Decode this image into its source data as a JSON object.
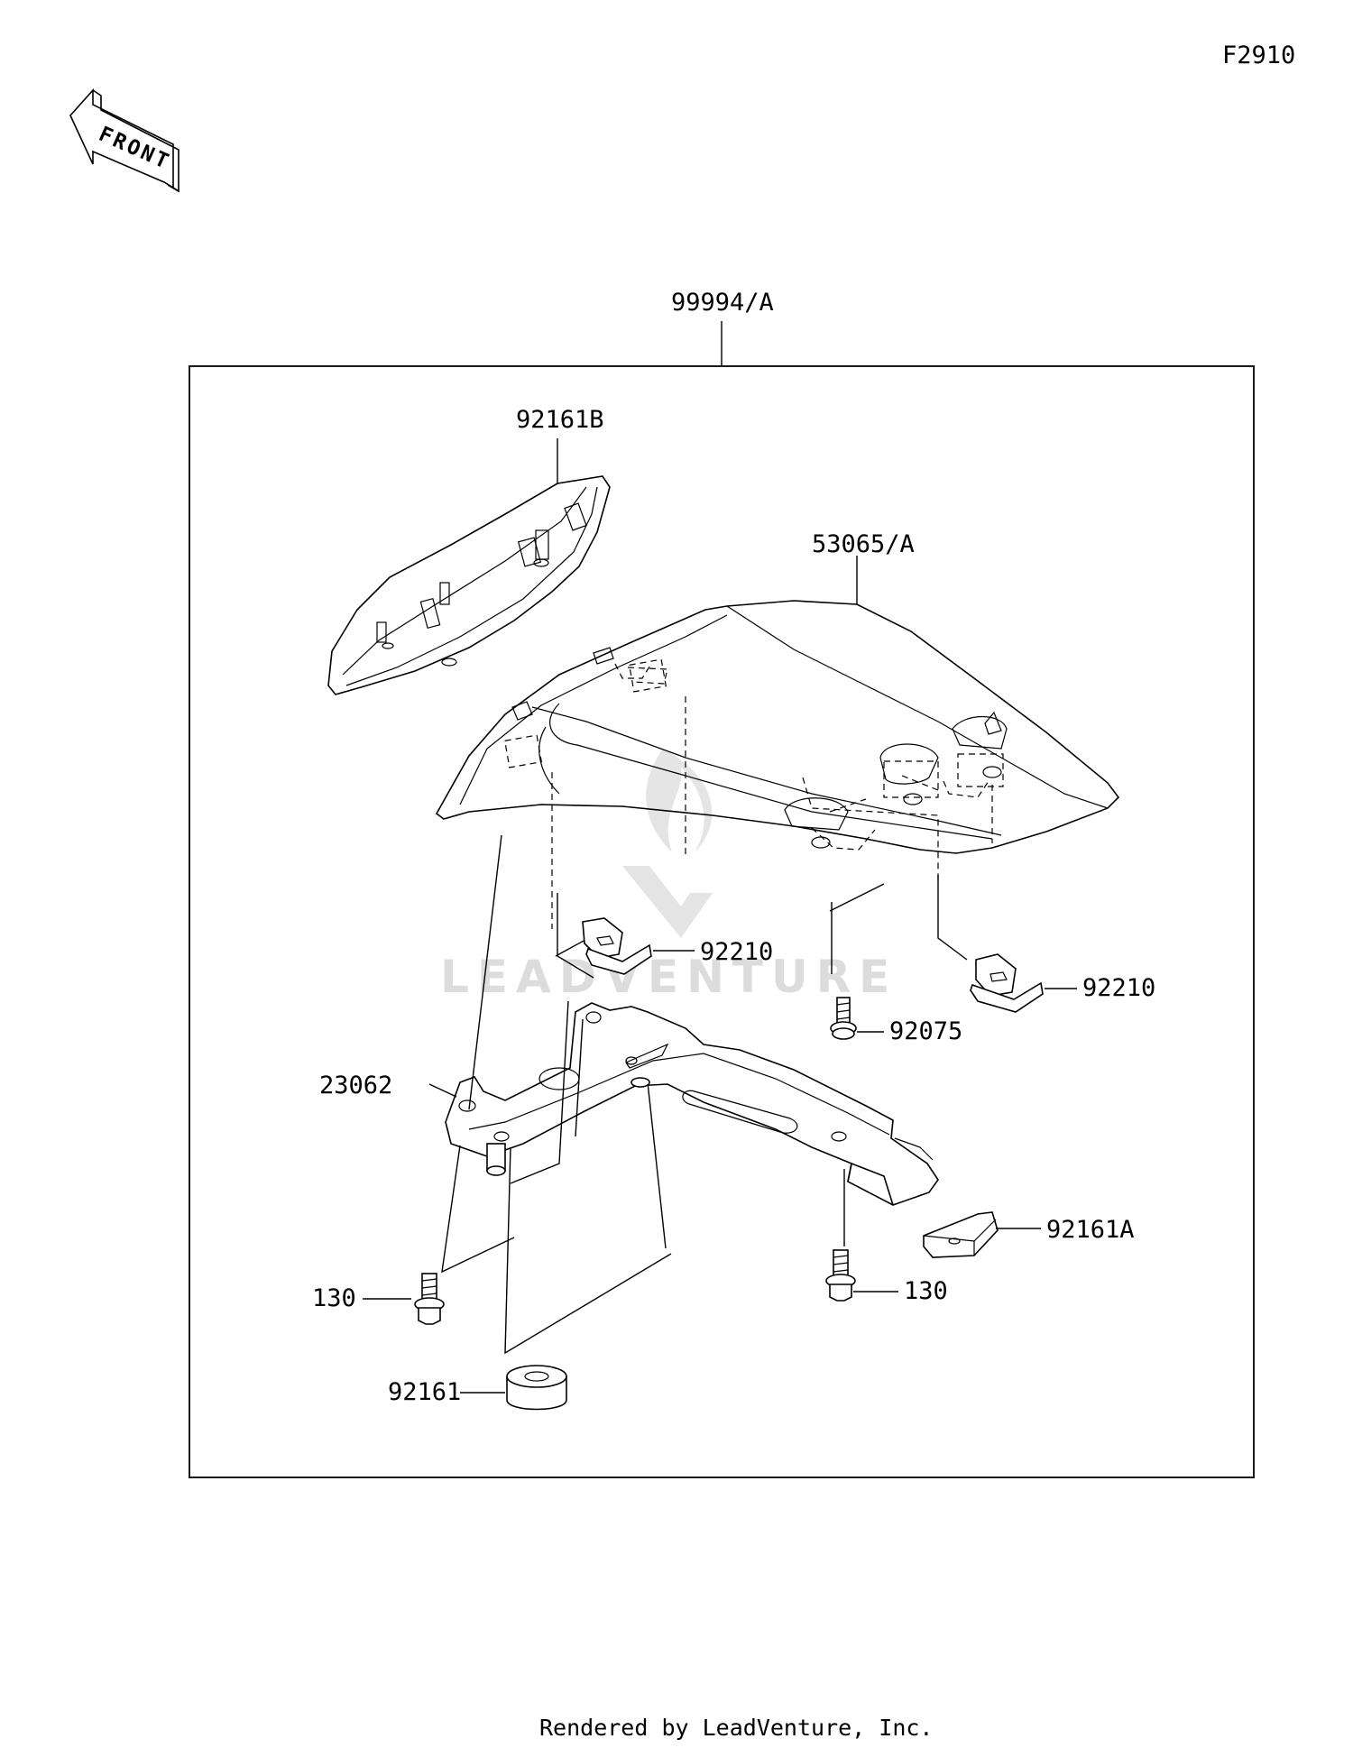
{
  "figure_code": "F2910",
  "front_label": "FRONT",
  "watermark": "LEADVENTURE",
  "footer": "Rendered by LeadVenture, Inc.",
  "parts": {
    "kit": "99994/A",
    "seat_pad": "92161B",
    "seat_cover": "53065/A",
    "clip_left": "92210",
    "clip_right": "92210",
    "screw": "92075",
    "bracket": "23062",
    "damper_right": "92161A",
    "bolt_left": "130",
    "bolt_right": "130",
    "damper_bottom": "92161"
  }
}
